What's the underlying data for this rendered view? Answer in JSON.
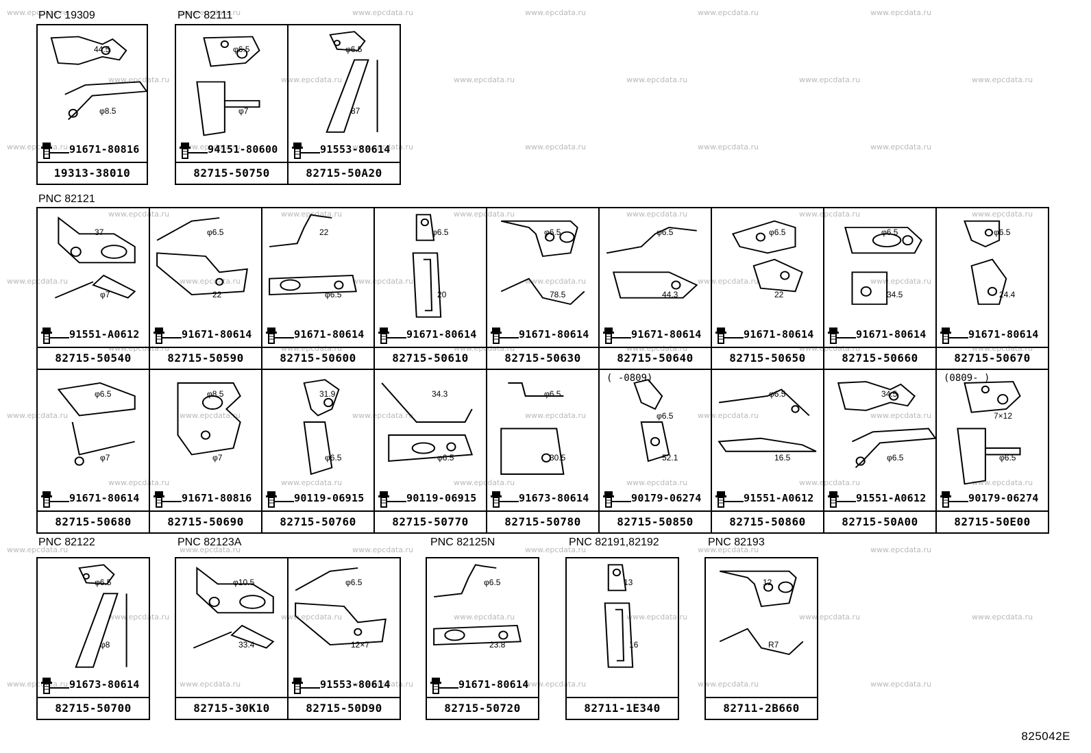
{
  "watermark": "www.epcdata.ru",
  "figure_code": "825042E",
  "groups": [
    {
      "pnc": "PNC 19309",
      "cells": [
        {
          "part": "19313-38010",
          "bolt": "91671-80816",
          "dims": [
            "44.5",
            "φ8.5"
          ],
          "note": ""
        }
      ]
    },
    {
      "pnc": "PNC 82111",
      "cells": [
        {
          "part": "82715-50750",
          "bolt": "94151-80600",
          "dims": [
            "φ6.5",
            "φ7"
          ],
          "note": ""
        },
        {
          "part": "82715-50A20",
          "bolt": "91553-80614",
          "dims": [
            "φ6.5",
            "87"
          ],
          "note": ""
        }
      ]
    },
    {
      "pnc": "PNC 82121",
      "cells": [
        {
          "part": "82715-50540",
          "bolt": "91551-A0612",
          "dims": [
            "37",
            "φ7"
          ],
          "note": ""
        },
        {
          "part": "82715-50590",
          "bolt": "91671-80614",
          "dims": [
            "φ6.5",
            "22"
          ],
          "note": ""
        },
        {
          "part": "82715-50600",
          "bolt": "91671-80614",
          "dims": [
            "22",
            "φ6.5"
          ],
          "note": ""
        },
        {
          "part": "82715-50610",
          "bolt": "91671-80614",
          "dims": [
            "φ6.5",
            "20"
          ],
          "note": ""
        },
        {
          "part": "82715-50630",
          "bolt": "91671-80614",
          "dims": [
            "φ6.5",
            "78.5"
          ],
          "note": ""
        },
        {
          "part": "82715-50640",
          "bolt": "91671-80614",
          "dims": [
            "φ6.5",
            "44.3"
          ],
          "note": ""
        },
        {
          "part": "82715-50650",
          "bolt": "91671-80614",
          "dims": [
            "φ6.5",
            "22"
          ],
          "note": ""
        },
        {
          "part": "82715-50660",
          "bolt": "91671-80614",
          "dims": [
            "φ6.5",
            "34.5"
          ],
          "note": ""
        },
        {
          "part": "82715-50670",
          "bolt": "91671-80614",
          "dims": [
            "φ6.5",
            "24.4"
          ],
          "note": ""
        },
        {
          "part": "82715-50680",
          "bolt": "91671-80614",
          "dims": [
            "φ6.5",
            "φ7"
          ],
          "note": ""
        },
        {
          "part": "82715-50690",
          "bolt": "91671-80816",
          "dims": [
            "φ8.5",
            "φ7"
          ],
          "note": ""
        },
        {
          "part": "82715-50760",
          "bolt": "90119-06915",
          "dims": [
            "31.9",
            "φ6.5"
          ],
          "note": ""
        },
        {
          "part": "82715-50770",
          "bolt": "90119-06915",
          "dims": [
            "34.3",
            "φ6.5"
          ],
          "note": ""
        },
        {
          "part": "82715-50780",
          "bolt": "91673-80614",
          "dims": [
            "φ6.5",
            "30.5"
          ],
          "note": ""
        },
        {
          "part": "82715-50850",
          "bolt": "90179-06274",
          "dims": [
            "φ6.5",
            "52.1"
          ],
          "note": "(    -0809)"
        },
        {
          "part": "82715-50860",
          "bolt": "91551-A0612",
          "dims": [
            "φ6.5",
            "16.5"
          ],
          "note": ""
        },
        {
          "part": "82715-50A00",
          "bolt": "91551-A0612",
          "dims": [
            "34.5",
            "φ6.5"
          ],
          "note": ""
        },
        {
          "part": "82715-50E00",
          "bolt": "90179-06274",
          "dims": [
            "7×12",
            "φ6.5"
          ],
          "note": "(0809-    )"
        }
      ]
    },
    {
      "pnc": "PNC 82122",
      "cells": [
        {
          "part": "82715-50700",
          "bolt": "91673-80614",
          "dims": [
            "φ6.5",
            "φ8"
          ],
          "note": ""
        }
      ]
    },
    {
      "pnc": "PNC 82123A",
      "cells": [
        {
          "part": "82715-30K10",
          "bolt": "",
          "dims": [
            "φ10.5",
            "33.4"
          ],
          "note": ""
        },
        {
          "part": "82715-50D90",
          "bolt": "91553-80614",
          "dims": [
            "φ6.5",
            "12×7"
          ],
          "note": ""
        }
      ]
    },
    {
      "pnc": "PNC 82125N",
      "cells": [
        {
          "part": "82715-50720",
          "bolt": "91671-80614",
          "dims": [
            "φ6.5",
            "23.8"
          ],
          "note": ""
        }
      ]
    },
    {
      "pnc": "PNC 82191,82192",
      "cells": [
        {
          "part": "82711-1E340",
          "bolt": "",
          "dims": [
            "13",
            "16"
          ],
          "note": ""
        }
      ]
    },
    {
      "pnc": "PNC 82193",
      "cells": [
        {
          "part": "82711-2B660",
          "bolt": "",
          "dims": [
            "12",
            "R7"
          ],
          "note": ""
        }
      ]
    }
  ]
}
